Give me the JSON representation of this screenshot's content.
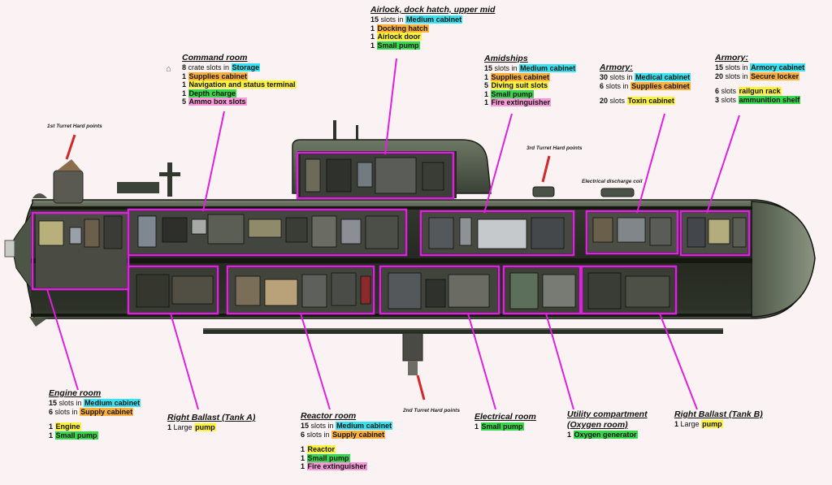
{
  "colors": {
    "cyan": "#37e3f0",
    "orange": "#ffb13c",
    "yellow": "#fff23a",
    "green": "#36d94a",
    "pink": "#f79bd8",
    "frame": "#e020e0",
    "hull": "#3b4237",
    "hull_light": "#6a7360",
    "hull_dark": "#1e221c",
    "marker": "#d42828"
  },
  "home_icon": "home-icon",
  "rooms": [
    {
      "id": "airlock",
      "title": "Airlock, dock hatch, upper mid",
      "lines": [
        {
          "count": "15",
          "pre": "slots in",
          "item": "Medium cabinet",
          "hl": "cyan"
        },
        {
          "count": "1",
          "pre": "",
          "item": "Docking hatch",
          "hl": "orange"
        },
        {
          "count": "1",
          "pre": "",
          "item": "Airlock door",
          "hl": "yellow"
        },
        {
          "count": "1",
          "pre": "",
          "item": "Small pump",
          "hl": "green"
        }
      ]
    },
    {
      "id": "command",
      "title": "Command room",
      "lines": [
        {
          "count": "8",
          "pre": "crate slots in",
          "item": "Storage",
          "hl": "cyan"
        },
        {
          "count": "1",
          "pre": "",
          "item": "Supplies cabinet",
          "hl": "orange"
        },
        {
          "count": "1",
          "pre": "",
          "item": "Navigation and status terminal",
          "hl": "yellow"
        },
        {
          "count": "1",
          "pre": "",
          "item": "Depth charge",
          "hl": "green"
        },
        {
          "count": "5",
          "pre": "",
          "item": "Ammo box slots",
          "hl": "pink"
        }
      ]
    },
    {
      "id": "amidships",
      "title": "Amidships",
      "lines": [
        {
          "count": "15",
          "pre": "slots in",
          "item": "Medium cabinet",
          "hl": "cyan"
        },
        {
          "count": "1",
          "pre": "",
          "item": "Supplies cabinet",
          "hl": "orange"
        },
        {
          "count": "5",
          "pre": "",
          "item": "Diving suit slots",
          "hl": "yellow"
        },
        {
          "count": "1",
          "pre": "",
          "item": "Small pump",
          "hl": "green"
        },
        {
          "count": "1",
          "pre": "",
          "item": "Fire extinguisher",
          "hl": "pink"
        }
      ]
    },
    {
      "id": "armory1",
      "title": "Armory:",
      "lines": [
        {
          "count": "30",
          "pre": "slots in",
          "item": "Medical cabinet",
          "hl": "cyan"
        },
        {
          "count": "6",
          "pre": "slots in",
          "item": "Supplies cabinet",
          "hl": "orange"
        },
        {
          "gap": true
        },
        {
          "count": "20",
          "pre": "slots",
          "item": "Toxin cabinet",
          "hl": "yellow"
        }
      ]
    },
    {
      "id": "armory2",
      "title": "Armory:",
      "lines": [
        {
          "count": "15",
          "pre": "slots in",
          "item": "Armory cabinet",
          "hl": "cyan"
        },
        {
          "count": "20",
          "pre": "slots in",
          "item": "Secure locker",
          "hl": "orange"
        },
        {
          "gap": true
        },
        {
          "count": "6",
          "pre": "slots",
          "item": "railgun rack",
          "hl": "yellow"
        },
        {
          "count": "3",
          "pre": "slots",
          "item": "ammunition shelf",
          "hl": "green"
        }
      ]
    },
    {
      "id": "engine",
      "title": "Engine room",
      "lines": [
        {
          "count": "15",
          "pre": "slots in",
          "item": "Medium cabinet",
          "hl": "cyan"
        },
        {
          "count": "6",
          "pre": "slots in",
          "item": "Supply cabinet",
          "hl": "orange"
        },
        {
          "gap": true
        },
        {
          "count": "1",
          "pre": "",
          "item": "Engine",
          "hl": "yellow"
        },
        {
          "count": "1",
          "pre": "",
          "item": "Small pump",
          "hl": "green"
        }
      ]
    },
    {
      "id": "ballastA",
      "title": "Right Ballast (Tank A)",
      "lines": [
        {
          "count": "1",
          "pre": "Large",
          "item": "pump",
          "hl": "yellow"
        }
      ]
    },
    {
      "id": "reactor",
      "title": "Reactor room",
      "lines": [
        {
          "count": "15",
          "pre": "slots in",
          "item": "Medium cabinet",
          "hl": "cyan"
        },
        {
          "count": "6",
          "pre": "slots in",
          "item": "Supply cabinet",
          "hl": "orange"
        },
        {
          "gap": true
        },
        {
          "count": "1",
          "pre": "",
          "item": "Reactor",
          "hl": "yellow"
        },
        {
          "count": "1",
          "pre": "",
          "item": "Small pump",
          "hl": "green"
        },
        {
          "count": "1",
          "pre": "",
          "item": "Fire extinguisher",
          "hl": "pink"
        }
      ]
    },
    {
      "id": "electrical",
      "title": "Electrical room",
      "lines": [
        {
          "count": "1",
          "pre": "",
          "item": "Small pump",
          "hl": "green"
        }
      ]
    },
    {
      "id": "utility",
      "title": "Utility compartment (Oxygen room)",
      "lines": [
        {
          "count": "1",
          "pre": "",
          "item": "Oxygen generator",
          "hl": "green"
        }
      ]
    },
    {
      "id": "ballastB",
      "title": "Right Ballast (Tank B)",
      "lines": [
        {
          "count": "1",
          "pre": "Large",
          "item": "pump",
          "hl": "yellow"
        }
      ]
    }
  ],
  "turret_labels": [
    {
      "id": "turret1",
      "text": "1st Turret Hard points"
    },
    {
      "id": "turret3",
      "text": "3rd Turret Hard points"
    },
    {
      "id": "coil",
      "text": "Electrical discharge coil"
    },
    {
      "id": "turret2",
      "text": "2nd Turret Hard points"
    }
  ]
}
